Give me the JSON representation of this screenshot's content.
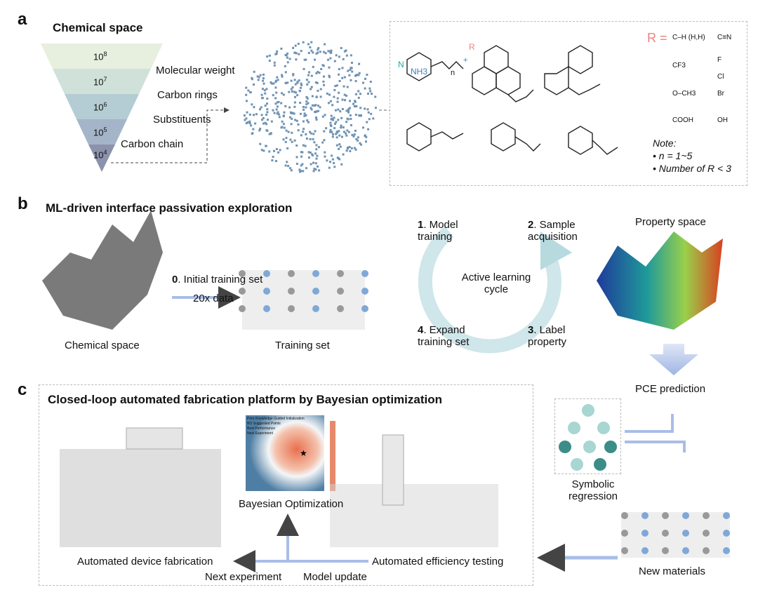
{
  "panel_a": {
    "label": "a",
    "title": "Chemical space",
    "funnel": [
      {
        "base": "10",
        "exp": "8",
        "label": "Molecular weight"
      },
      {
        "base": "10",
        "exp": "7",
        "label": "Carbon rings"
      },
      {
        "base": "10",
        "exp": "6",
        "label": "Substituents"
      },
      {
        "base": "10",
        "exp": "5",
        "label": "Carbon chain"
      },
      {
        "base": "10",
        "exp": "4",
        "label": ""
      }
    ],
    "r_groups": {
      "prefix": "R =",
      "items": [
        "C–H (H,H)",
        "C≡N",
        "CF3",
        "F",
        "Cl",
        "O–CH3",
        "Br",
        "COOH",
        "OH"
      ]
    },
    "molecule_text": {
      "nh3": "NH3",
      "plus": "+",
      "r": "R",
      "n": "n",
      "nitrogen": "N"
    },
    "note": {
      "title": "Note:",
      "lines": [
        "• n = 1~5",
        "• Number of R < 3"
      ]
    }
  },
  "panel_b": {
    "label": "b",
    "title": "ML-driven interface passivation exploration",
    "chemical_space": "Chemical space",
    "step0": {
      "num": "0",
      "text": ". Initial training set"
    },
    "arrow_label": "20x data",
    "training_set": "Training set",
    "cycle": {
      "center": "Active learning cycle",
      "steps": [
        {
          "num": "1",
          "text": ". Model training"
        },
        {
          "num": "2",
          "text": ". Sample acquisition"
        },
        {
          "num": "3",
          "text": ". Label property"
        },
        {
          "num": "4",
          "text": ". Expand training set"
        }
      ]
    },
    "property_space": "Property space",
    "pce": "PCE prediction",
    "symbolic": "Symbolic regression",
    "new_materials": "New materials"
  },
  "panel_c": {
    "label": "c",
    "title": "Closed-loop automated fabrication platform by Bayesian optimization",
    "fabrication": "Automated device fabrication",
    "bo": "Bayesian Optimization",
    "testing": "Automated efficiency testing",
    "next": "Next experiment",
    "update": "Model update",
    "bo_legend": [
      "Prior Knowledge Guided Initialization",
      "BO Suggested Points",
      "Best Performance",
      "Next Experiment"
    ]
  },
  "colors": {
    "accent_red": "#f08080",
    "arrow_blue": "#a9bde6",
    "nh3_blue": "#3a7fc1"
  }
}
